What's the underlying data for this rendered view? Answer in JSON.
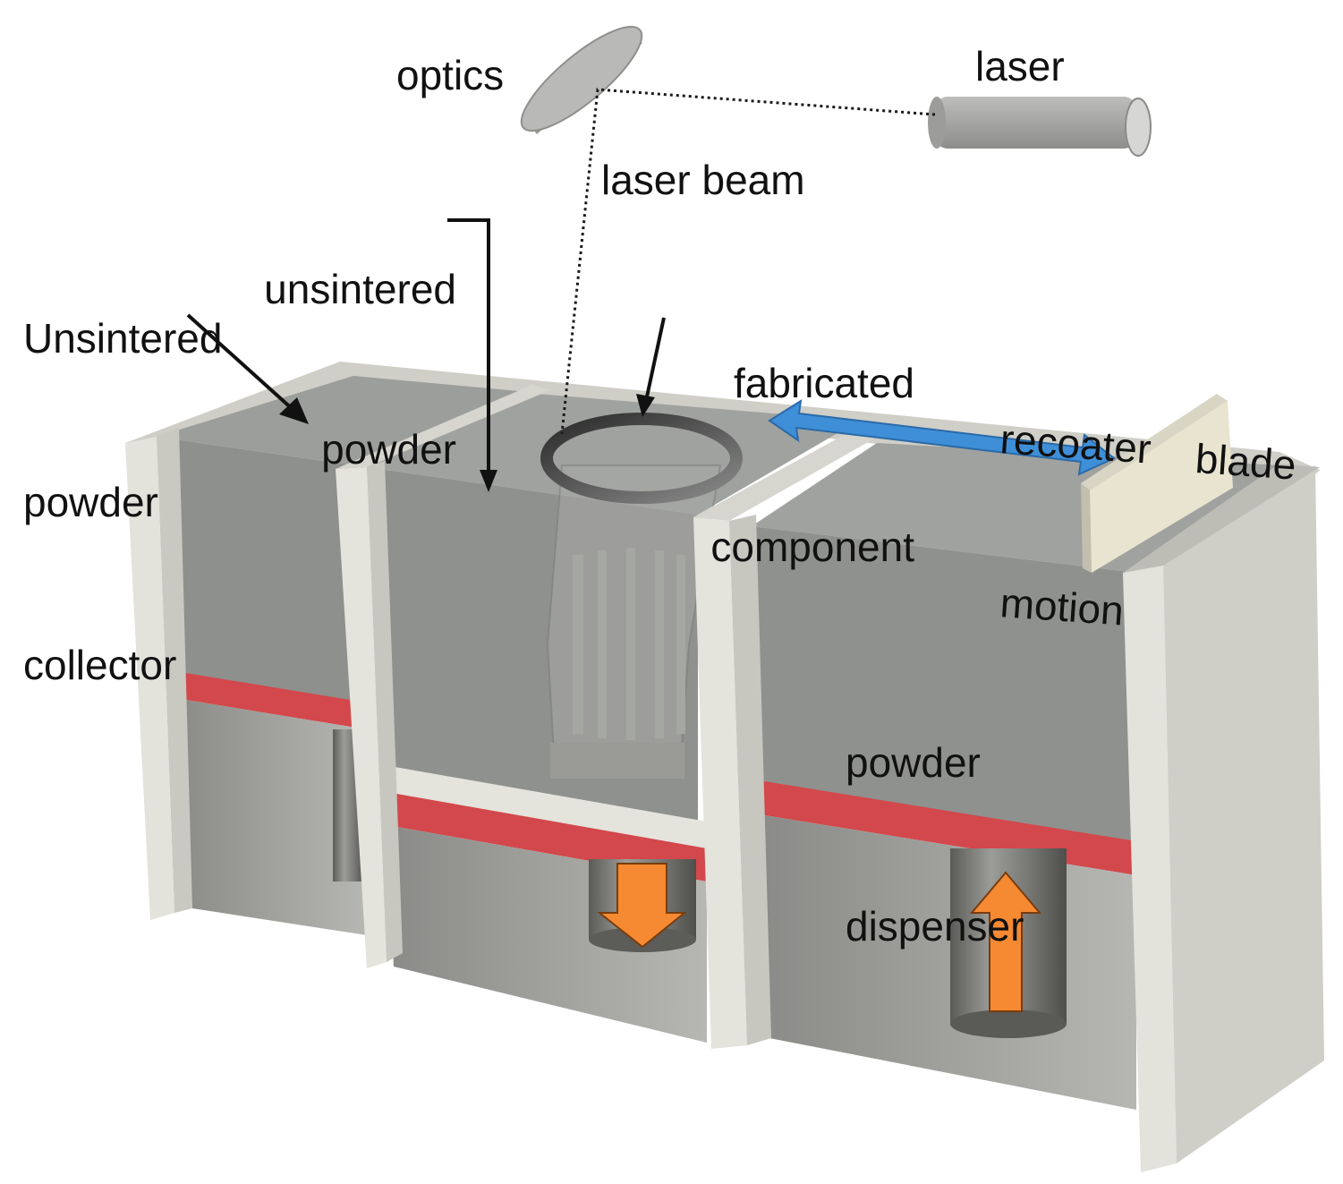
{
  "labels": {
    "optics": "optics",
    "laser": "laser",
    "laser_beam": "laser beam",
    "unsintered_powder": [
      "unsintered",
      "powder"
    ],
    "collector": [
      "Unsintered",
      "powder",
      "collector"
    ],
    "fabricated_component": [
      "fabricated",
      "component"
    ],
    "recoater_motion": [
      "recoater",
      "motion"
    ],
    "blade": "blade",
    "powder_dispenser": [
      "powder",
      "dispenser"
    ]
  },
  "colors": {
    "wall": "#dddcd4",
    "wall_side": "#c4c3bc",
    "powder": "#8f918e",
    "powder_top": "#a2a4a1",
    "piston_plate": "#d2484c",
    "motion_arrow": "#3f8fd8",
    "piston_arrow": "#f58a33",
    "cylinder": "#6c6c68",
    "laser_body": "#a8a8a6",
    "optics": "#b6b6b4"
  },
  "icons": {
    "build_piston_direction": "arrow-down-icon",
    "dispenser_piston_direction": "arrow-up-icon",
    "recoater_direction": "double-arrow-icon"
  }
}
